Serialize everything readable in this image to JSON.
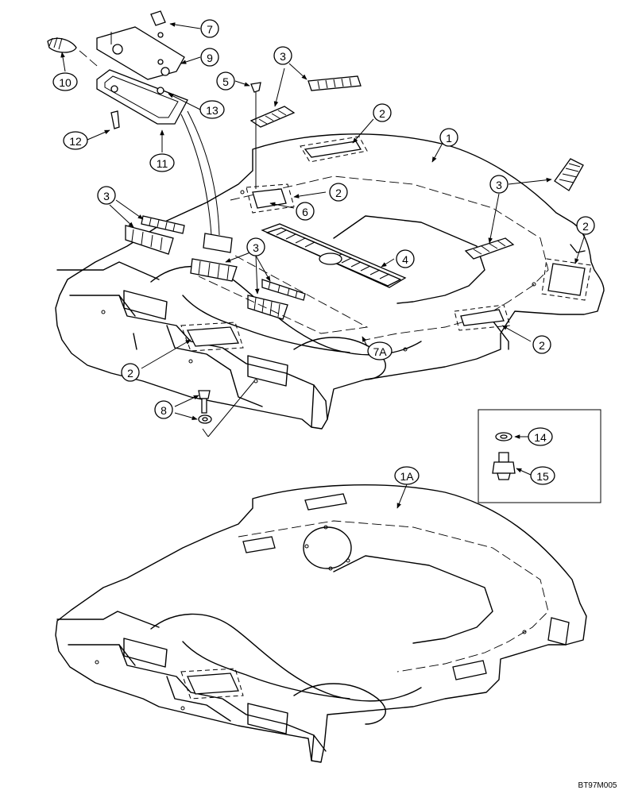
{
  "callouts": {
    "c1": "1",
    "c1a": "1A",
    "c2": "2",
    "c3": "3",
    "c4": "4",
    "c5": "5",
    "c6": "6",
    "c7": "7",
    "c7a": "7A",
    "c8": "8",
    "c9": "9",
    "c10": "10",
    "c11": "11",
    "c12": "12",
    "c13": "13",
    "c14": "14",
    "c15": "15"
  },
  "drawing_number": "BT97M005"
}
